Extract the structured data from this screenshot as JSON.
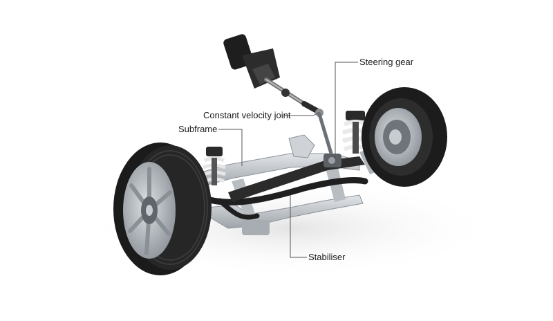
{
  "labels": {
    "steering_gear": "Steering gear",
    "constant_velocity_joint": "Constant velocity joint",
    "subframe": "Subframe",
    "stabiliser": "Stabiliser"
  },
  "colors": {
    "background": "#ffffff",
    "tire": "#1c1c1c",
    "rim": "#b9bec4",
    "aluminium": "#c9cdd1",
    "steel_dark": "#2a2a2a",
    "leader_line": "#555555",
    "spring": "#e9e9e9"
  }
}
